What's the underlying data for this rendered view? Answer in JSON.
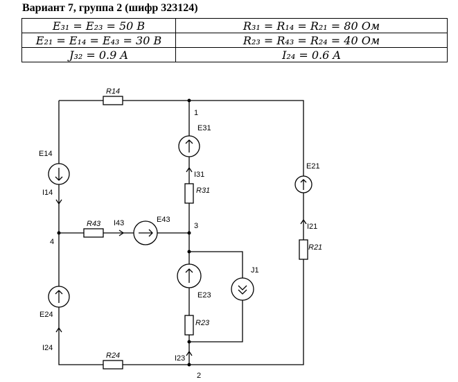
{
  "title": "Вариант 7, группа 2 (шифр 323124)",
  "params": [
    [
      "E₃₁ = E₂₃ = 50 B",
      "R₃₁ = R₁₄ = R₂₁ = 80 Ом"
    ],
    [
      "E₂₁ = E₁₄ = E₄₃ = 30 B",
      "R₂₃ = R₄₃ = R₂₄ = 40 Ом"
    ],
    [
      "J₃₂ = 0.9 A",
      "I₂₄ = 0.6 A"
    ]
  ],
  "nodes": {
    "n1": "1",
    "n2": "2",
    "n3": "3",
    "n4": "4"
  },
  "resistors": {
    "R14": "R14",
    "R31": "R31",
    "R21": "R21",
    "R43": "R43",
    "R23": "R23",
    "R24": "R24"
  },
  "sources": {
    "E31": "E31",
    "E14": "E14",
    "E21": "E21",
    "E43": "E43",
    "E23": "E23",
    "E24": "E24",
    "J1": "J1"
  },
  "currents": {
    "I31": "I31",
    "I14": "I14",
    "I43": "I43",
    "I21": "I21",
    "I24": "I24",
    "I23": "I23"
  }
}
